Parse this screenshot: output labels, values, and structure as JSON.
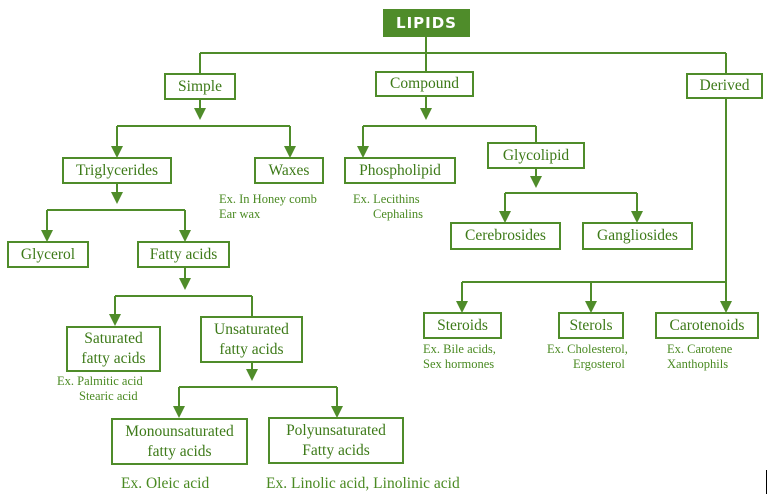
{
  "title": "LIPIDS",
  "colors": {
    "accent": "#4f8c2a",
    "text": "#3d7a18",
    "background": "#ffffff"
  },
  "categories": {
    "simple": "Simple",
    "compound": "Compound",
    "derived": "Derived"
  },
  "simple": {
    "triglycerides": "Triglycerides",
    "waxes": "Waxes",
    "waxes_examples": [
      "Ex. In  Honey comb",
      "Ear wax"
    ],
    "glycerol": "Glycerol",
    "fatty_acids": "Fatty acids",
    "saturated": [
      "Saturated",
      "fatty acids"
    ],
    "saturated_examples": [
      "Ex. Palmitic acid",
      "Stearic acid"
    ],
    "unsaturated": [
      "Unsaturated",
      "fatty acids"
    ],
    "monounsaturated": [
      "Monounsaturated",
      "fatty acids"
    ],
    "monounsaturated_example": "Ex. Oleic acid",
    "polyunsaturated": [
      "Polyunsaturated",
      "Fatty acids"
    ],
    "polyunsaturated_example": "Ex. Linolic acid, Linolinic acid"
  },
  "compound": {
    "phospholipid": "Phospholipid",
    "phospholipid_examples": [
      "Ex. Lecithins",
      "Cephalins"
    ],
    "glycolipid": "Glycolipid",
    "cerebrosides": "Cerebrosides",
    "gangliosides": "Gangliosides"
  },
  "derived": {
    "steroids": "Steroids",
    "steroids_examples": [
      "Ex. Bile acids,",
      "Sex hormones"
    ],
    "sterols": "Sterols",
    "sterols_examples": [
      "Ex. Cholesterol,",
      "Ergosterol"
    ],
    "carotenoids": "Carotenoids",
    "carotenoids_examples": [
      "Ex. Carotene",
      "Xanthophils"
    ]
  }
}
